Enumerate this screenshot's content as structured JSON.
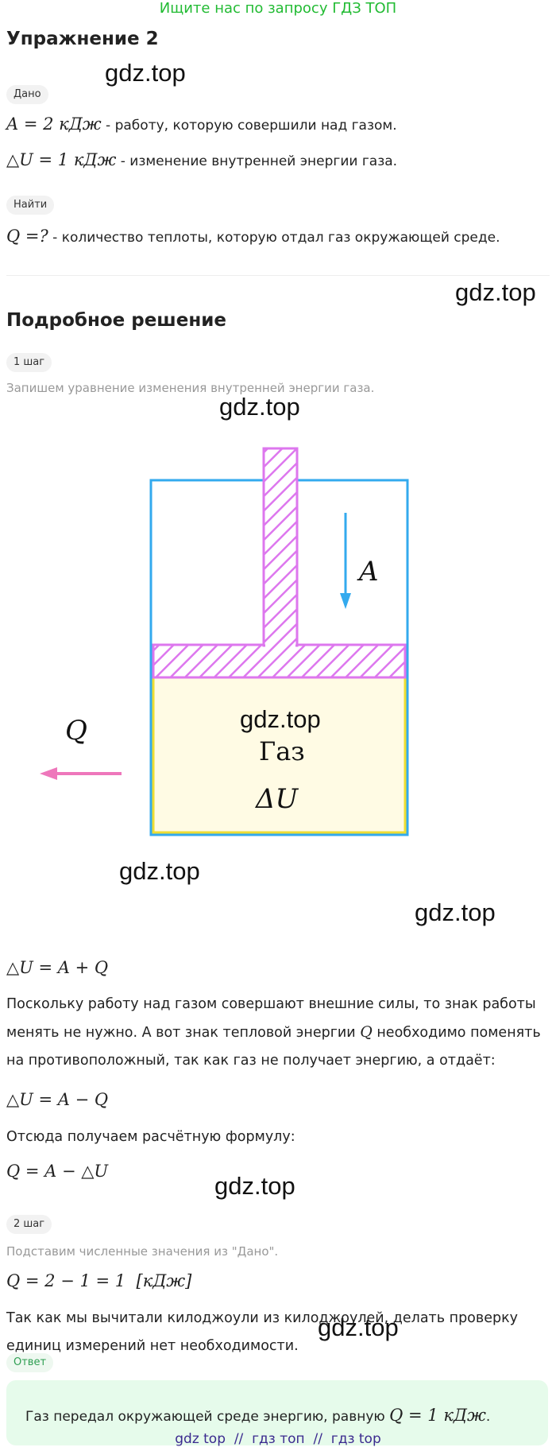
{
  "colors": {
    "banner": "#22bb33",
    "cylinder": "#33aaee",
    "piston": "#dd77ee",
    "gas_fill": "#fffbe4",
    "gas_border": "#eedd33",
    "heat_arrow": "#ee77bb",
    "work_arrow": "#33aaee",
    "answer_bg": "#e6fbeb",
    "footer_link": "#3b2a8f"
  },
  "banner": "Ищите нас по запросу ГДЗ ТОП",
  "title": "Упражнение 2",
  "watermark": "gdz.top",
  "given": {
    "label": "Дано",
    "line1": {
      "formula": "A = 2",
      "unit": "кДж",
      "text": " - работу, которую совершили над газом."
    },
    "line2": {
      "formula": "△U = 1",
      "unit": "кДж",
      "text": " - изменение внутренней энергии газа."
    }
  },
  "find": {
    "label": "Найти",
    "line": {
      "formula": "Q =?",
      "text": " - количество теплоты, которую отдал газ окружающей среде."
    }
  },
  "solution": {
    "title": "Подробное решение",
    "step1": {
      "label": "1 шаг",
      "intro": "Запишем уравнение изменения внутренней энергии газа.",
      "diagram": {
        "work_label": "A",
        "heat_label": "Q",
        "gas_label": "Газ",
        "energy_label": "ΔU"
      },
      "eq1": "△U = A + Q",
      "para1a": "Поскольку работу над газом совершают внешние силы, то знак работы менять не нужно. А вот знак тепловой энергии ",
      "para1_var": "Q",
      "para1b": " необходимо поменять на противоположный, так как газ не получает энергию, а отдаёт:",
      "eq2": "△U = A − Q",
      "para2": "Отсюда получаем расчётную формулу:",
      "eq3": "Q = A − △U"
    },
    "step2": {
      "label": "2 шаг",
      "intro": "Подставим численные значения из \"Дано\".",
      "eq": "Q = 2 − 1  =  1",
      "eq_unit": "[кДж]",
      "para": "Так как мы вычитали килоджоули из килоджоулей, делать проверку единиц измерений нет необходимости."
    }
  },
  "answer": {
    "label": "Ответ",
    "text": "Газ передал окружающей среде энергию, равную ",
    "formula": "Q = 1",
    "unit": "кДж",
    "end": "."
  },
  "footer": {
    "links": [
      "gdz top",
      "гдз топ",
      "гдз top"
    ],
    "sep": "//"
  }
}
